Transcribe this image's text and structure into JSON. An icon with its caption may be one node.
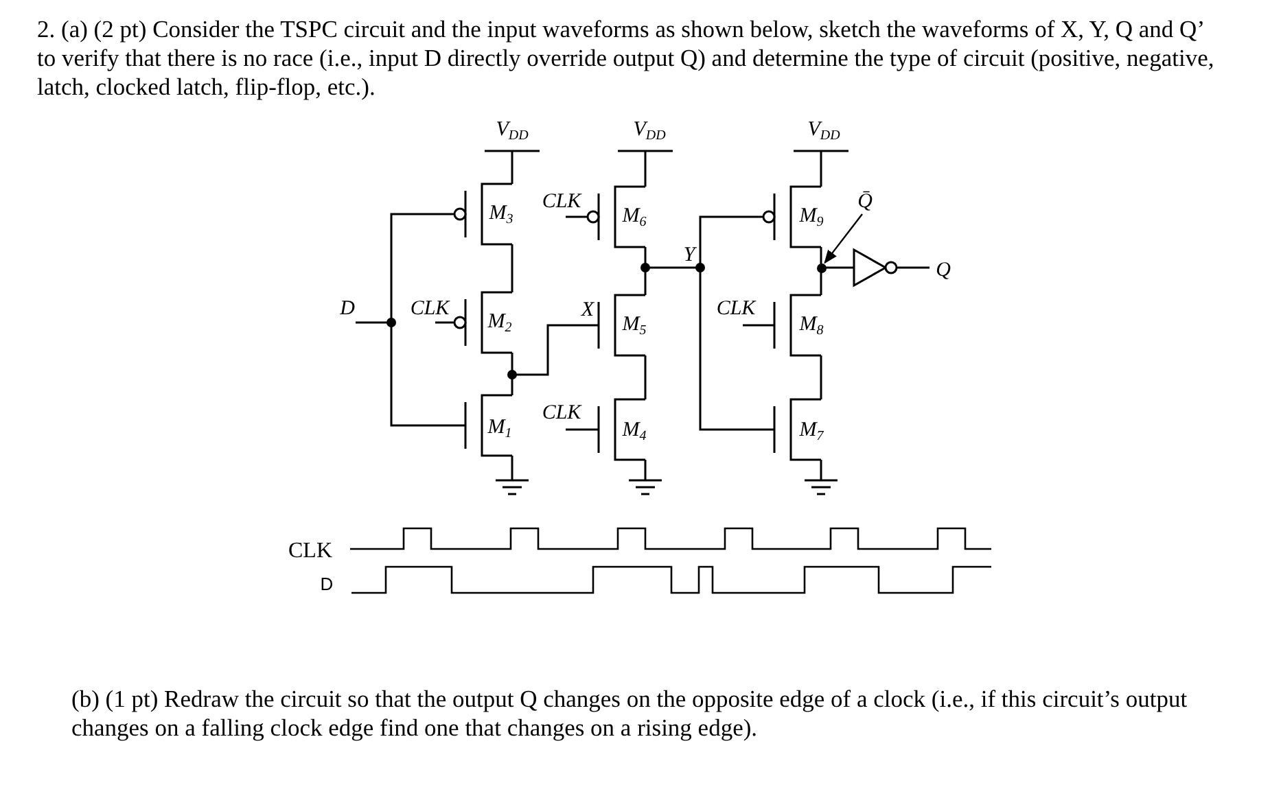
{
  "diagram": {
    "title": "2. (a) (2 pt) Consider the TSPC circuit and the input waveforms as shown below, sketch the waveforms of X, Y, Q and Q’ to verify that there is no race (i.e., input D directly override output Q) and determine the type of circuit (positive, negative, latch, clocked latch, flip-flop, etc.).",
    "caption": "(b) (1 pt) Redraw the circuit so that the output Q changes on the opposite edge of a clock (i.e., if this circuit’s output changes on a falling clock edge find one that changes on a rising edge).",
    "nodes": [
      {
        "text": [
          "Q̄"
        ]
      },
      {
        "text": [],
        "shape": "circle"
      }
    ],
    "edges": [
      {
        "from": 0,
        "to": 1,
        "arrow": "to"
      }
    ],
    "labels": [
      "V$_{DD}$",
      "V$_{DD}$",
      "V$_{DD}$",
      "CLK",
      "M$_{3}$",
      "M$_{6}$",
      "M$_{9}$",
      "Y",
      "Q",
      "D",
      "CLK",
      "M$_{2}$",
      "X",
      "M$_{5}$",
      "CLK",
      "M$_{8}$",
      "CLK",
      "M$_{1}$",
      "M$_{4}$",
      "M$_{7}$",
      "CLK",
      "D"
    ]
  }
}
